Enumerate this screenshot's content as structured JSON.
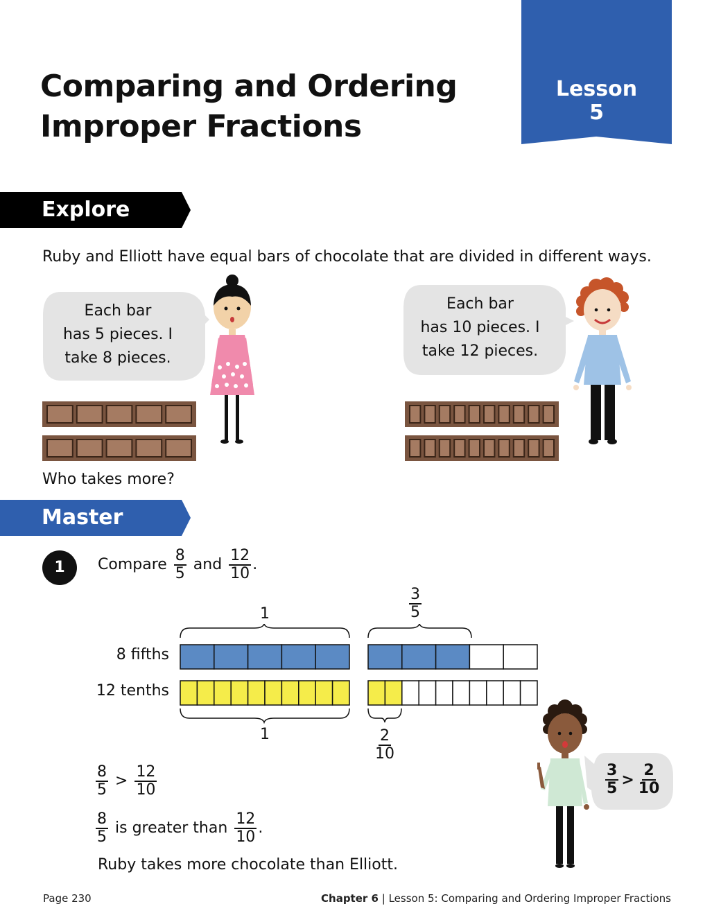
{
  "title": {
    "line1": "Comparing and Ordering",
    "line2": "Improper Fractions"
  },
  "lesson": {
    "label": "Lesson",
    "number": "5"
  },
  "explore": {
    "heading": "Explore",
    "intro": "Ruby and Elliott have equal bars of chocolate that are divided in different ways.",
    "ruby_bubble": [
      "Each bar",
      "has 5 pieces. I",
      "take 8 pieces."
    ],
    "elliott_bubble": [
      "Each bar",
      "has 10 pieces. I",
      "take 12 pieces."
    ],
    "ruby_bar_pieces": 5,
    "elliott_bar_pieces": 10,
    "question": "Who takes more?"
  },
  "master": {
    "heading": "Master",
    "item_number": "1",
    "compare_word": "Compare",
    "and_word": "and",
    "period": ".",
    "frac_a": {
      "num": "8",
      "den": "5"
    },
    "frac_b": {
      "num": "12",
      "den": "10"
    },
    "model": {
      "row1_label": "8 fifths",
      "row2_label": "12 tenths",
      "row1_whole_label": "1",
      "row1_part_label": {
        "num": "3",
        "den": "5"
      },
      "row2_whole_label": "1",
      "row2_part_label": {
        "num": "2",
        "den": "10"
      },
      "row1_shaded": 8,
      "row1_total": 10,
      "row2_shaded": 12,
      "row2_total": 20
    },
    "comparison_symbol": ">",
    "greater_than_text": "is greater than",
    "conclusion": "Ruby takes more chocolate than Elliott.",
    "boy_bubble": {
      "left": {
        "num": "3",
        "den": "5"
      },
      "symbol": ">",
      "right": {
        "num": "2",
        "den": "10"
      }
    }
  },
  "footer": {
    "page": "Page 230",
    "chapter": "Chapter 6",
    "separator": "|",
    "lesson_title": "Lesson 5: Comparing and Ordering Improper Fractions"
  },
  "colors": {
    "lesson_blue": "#2f5fae",
    "explore_black": "#000000",
    "master_blue": "#2f5fae",
    "bar_blue": "#5b8ac4",
    "bar_yellow": "#f5ec4a",
    "chocolate": "#7a5540",
    "chocolate_piece": "#a57b62",
    "bubble_gray": "#e4e4e4"
  }
}
